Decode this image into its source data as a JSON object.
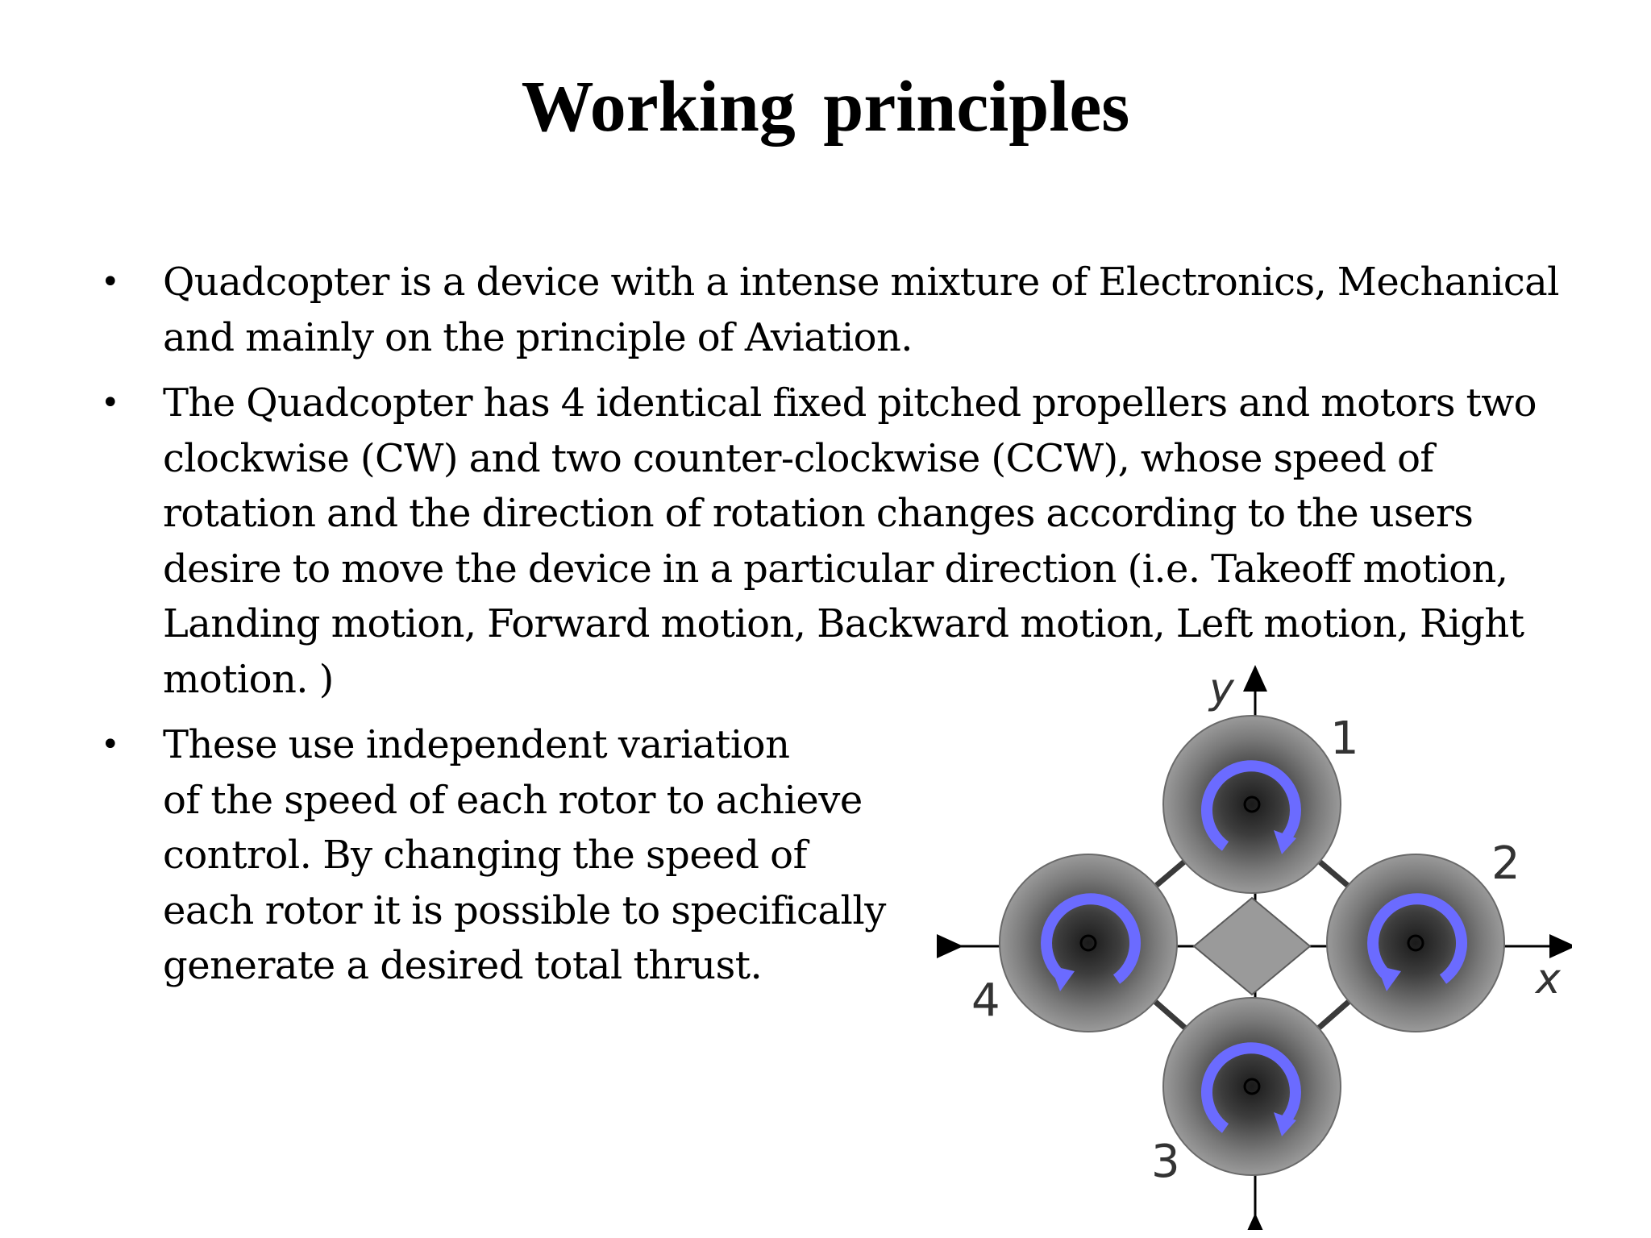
{
  "slide": {
    "title": "Working  principles",
    "bullet_marker": "•",
    "bullets": [
      {
        "text": "Quadcopter is a device with a intense mixture of Electronics, Mechanical\nand mainly on the principle of Aviation."
      },
      {
        "text": "The Quadcopter has 4 identical fixed pitched propellers and motors two\nclockwise (CW) and two counter-clockwise (CCW), whose speed of\nrotation and the direction of rotation changes according to the users\ndesire to move the device in a particular direction (i.e. Takeoff motion,\nLanding motion, Forward motion, Backward motion, Left motion, Right\nmotion. )"
      },
      {
        "text": " These use independent variation\nof the speed of each rotor to achieve\ncontrol. By changing the speed  of\neach rotor it is possible to specifically\ngenerate a desired total thrust."
      }
    ]
  },
  "diagram": {
    "axis_x_label": "x",
    "axis_y_label": "y",
    "rotor_labels": [
      "1",
      "2",
      "3",
      "4"
    ],
    "colors": {
      "arrow_blue": "#6b6bff",
      "rotor_disc": "#8a8a8a",
      "arm": "#3a3a3a",
      "body": "#9a9a9a"
    }
  }
}
